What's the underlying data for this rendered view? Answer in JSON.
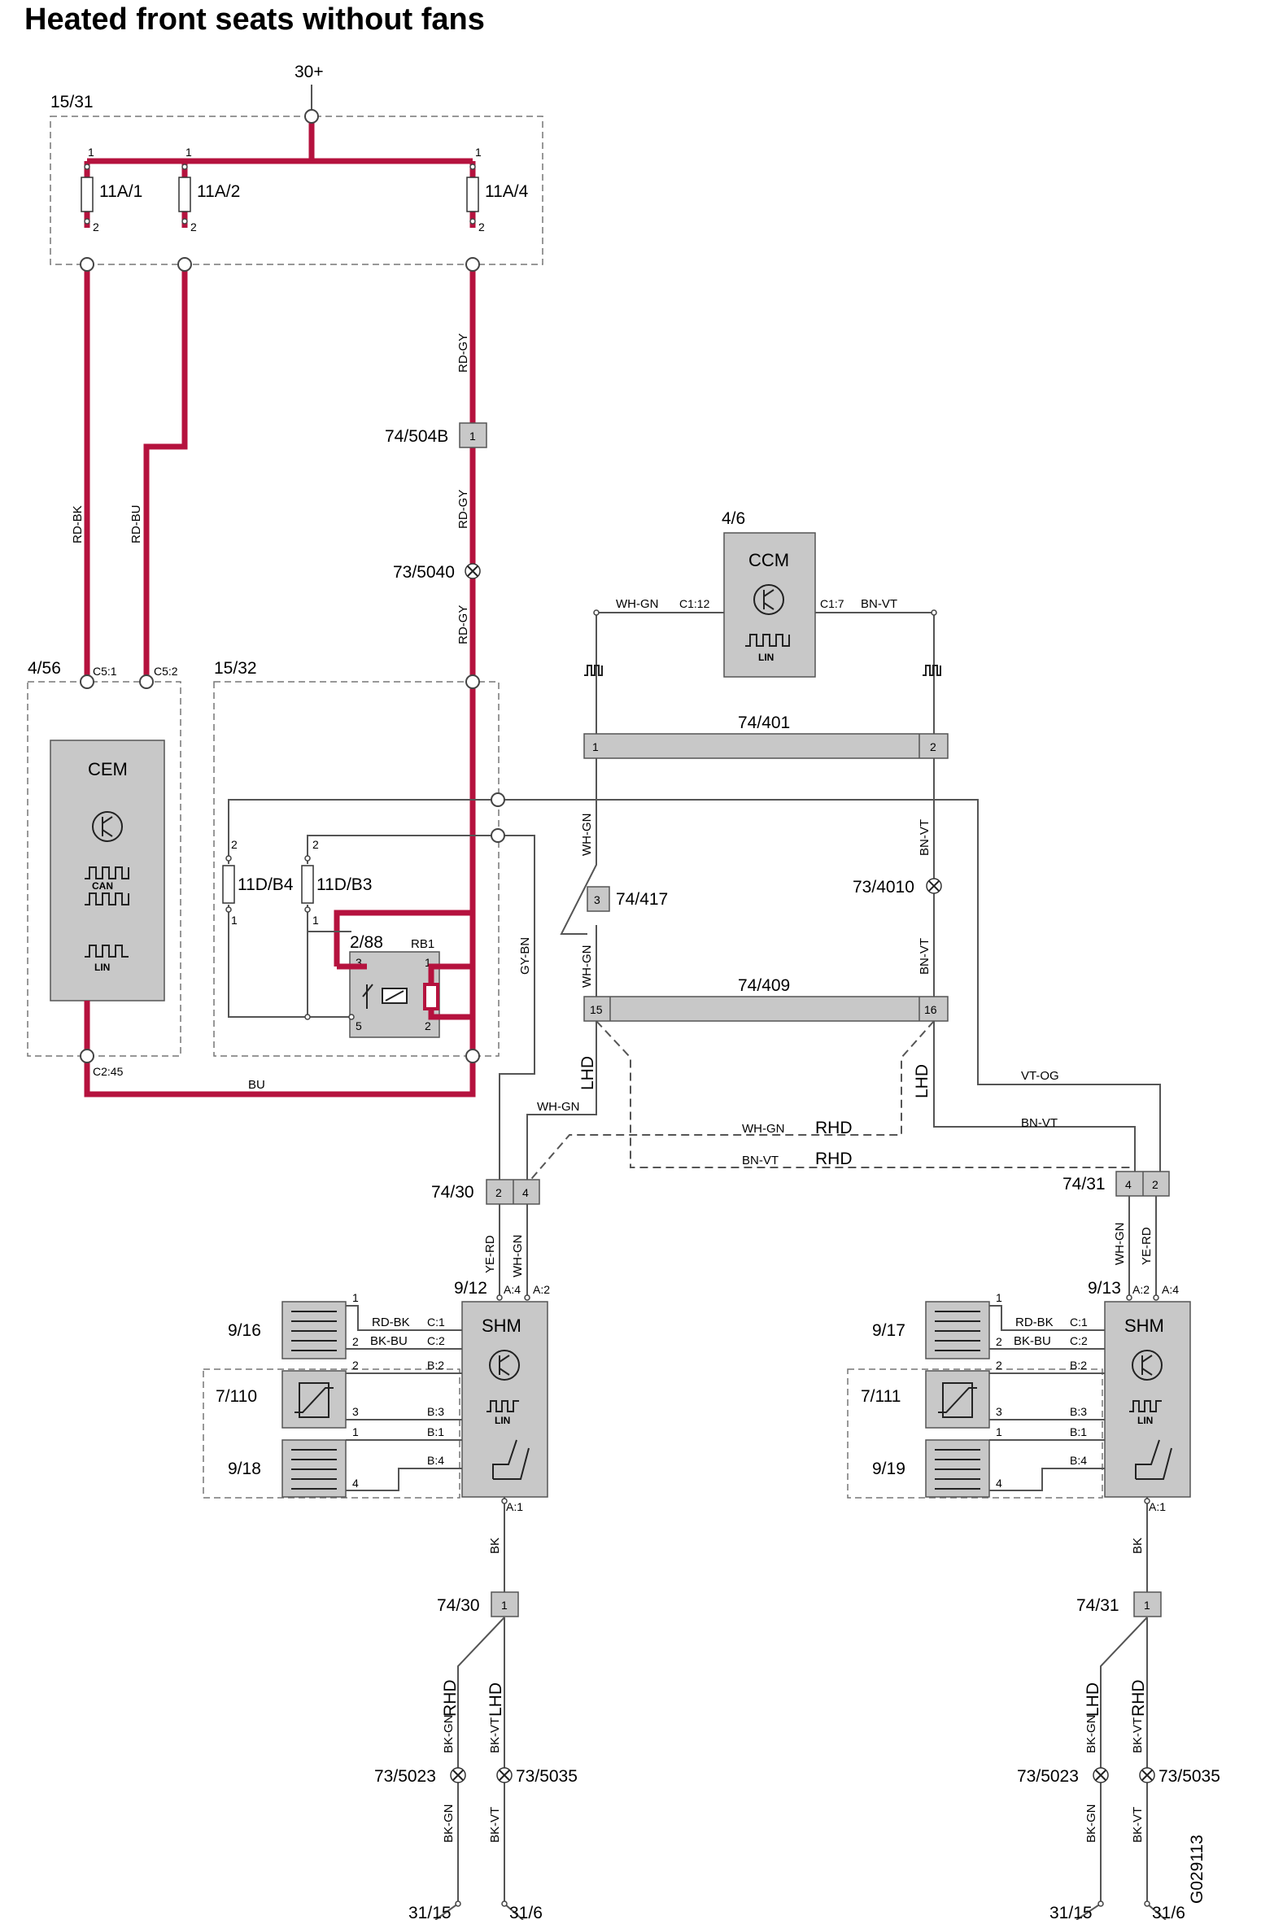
{
  "title": "Heated front seats without fans",
  "figure_id": "G029113",
  "supply": "30+",
  "fuse_box_1": "15/31",
  "fuse_box_2": "15/32",
  "fuses": {
    "f1": "11A/1",
    "f2": "11A/2",
    "f4": "11A/4",
    "b4": "11D/B4",
    "b3": "11D/B3"
  },
  "connectors": {
    "c504b": "74/504B",
    "c401": "74/401",
    "c417": "74/417",
    "c409": "74/409",
    "c30": "74/30",
    "c31": "74/31"
  },
  "splices": {
    "s5040": "73/5040",
    "s4010": "73/4010",
    "s5023": "73/5023",
    "s5035": "73/5035"
  },
  "grounds": {
    "g15": "31/15",
    "g6": "31/6"
  },
  "modules": {
    "cem_id": "4/56",
    "cem": "CEM",
    "ccm_id": "4/6",
    "ccm": "CCM",
    "relay_id": "2/88",
    "relay": "RB1",
    "shm_left_id": "9/12",
    "shm_right_id": "9/13",
    "shm": "SHM",
    "can": "CAN",
    "lin": "LIN"
  },
  "components": {
    "h16": "9/16",
    "s110": "7/110",
    "h18": "9/18",
    "h17": "9/17",
    "s111": "7/111",
    "h19": "9/19"
  },
  "wires": {
    "rd_bk": "RD-BK",
    "rd_bu": "RD-BU",
    "rd_gy": "RD-GY",
    "bu": "BU",
    "gy_bn": "GY-BN",
    "wh_gn": "WH-GN",
    "bn_vt": "BN-VT",
    "vt_og": "VT-OG",
    "ye_rd": "YE-RD",
    "bk_bu": "BK-BU",
    "bk": "BK",
    "bk_gn": "BK-GN",
    "bk_vt": "BK-VT",
    "lhd": "LHD",
    "rhd": "RHD"
  },
  "pins": {
    "p1": "1",
    "p2": "2",
    "p3": "3",
    "p4": "4",
    "p5": "5",
    "p15": "15",
    "p16": "16",
    "c5_1": "C5:1",
    "c5_2": "C5:2",
    "c2_45": "C2:45",
    "c1_12": "C1:12",
    "c1_7": "C1:7",
    "a4": "A:4",
    "a2": "A:2",
    "a1": "A:1",
    "c1": "C:1",
    "c2": "C:2",
    "b2": "B:2",
    "b3": "B:3",
    "b1": "B:1",
    "b4": "B:4"
  }
}
